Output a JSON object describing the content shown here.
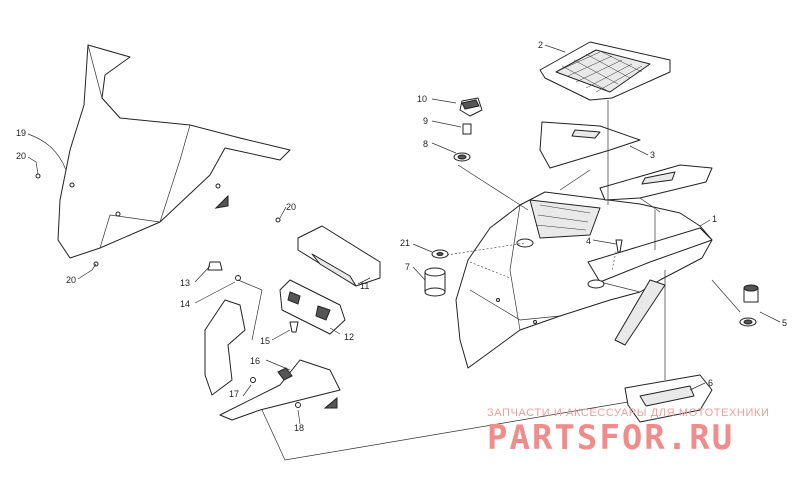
{
  "callouts": [
    {
      "id": "c1",
      "text": "1"
    },
    {
      "id": "c2",
      "text": "2"
    },
    {
      "id": "c3",
      "text": "3"
    },
    {
      "id": "c4",
      "text": "4"
    },
    {
      "id": "c5",
      "text": "5"
    },
    {
      "id": "c6",
      "text": "6"
    },
    {
      "id": "c7",
      "text": "7"
    },
    {
      "id": "c8",
      "text": "8"
    },
    {
      "id": "c9",
      "text": "9"
    },
    {
      "id": "c10",
      "text": "10"
    },
    {
      "id": "c11",
      "text": "11"
    },
    {
      "id": "c12",
      "text": "12"
    },
    {
      "id": "c13",
      "text": "13"
    },
    {
      "id": "c14",
      "text": "14"
    },
    {
      "id": "c15",
      "text": "15"
    },
    {
      "id": "c16",
      "text": "16"
    },
    {
      "id": "c17",
      "text": "17"
    },
    {
      "id": "c18",
      "text": "18"
    },
    {
      "id": "c19",
      "text": "19"
    },
    {
      "id": "c20a",
      "text": "20"
    },
    {
      "id": "c20b",
      "text": "20"
    },
    {
      "id": "c20c",
      "text": "20"
    },
    {
      "id": "c21",
      "text": "21"
    }
  ],
  "watermark": {
    "tagline": "ЗАПЧАСТИ И АКСЕССУАРЫ ДЛЯ МОТОТЕХНИКИ",
    "brand": "PARTSFOR.RU"
  },
  "colors": {
    "line": "#222222",
    "watermark": "#f08c8c"
  }
}
